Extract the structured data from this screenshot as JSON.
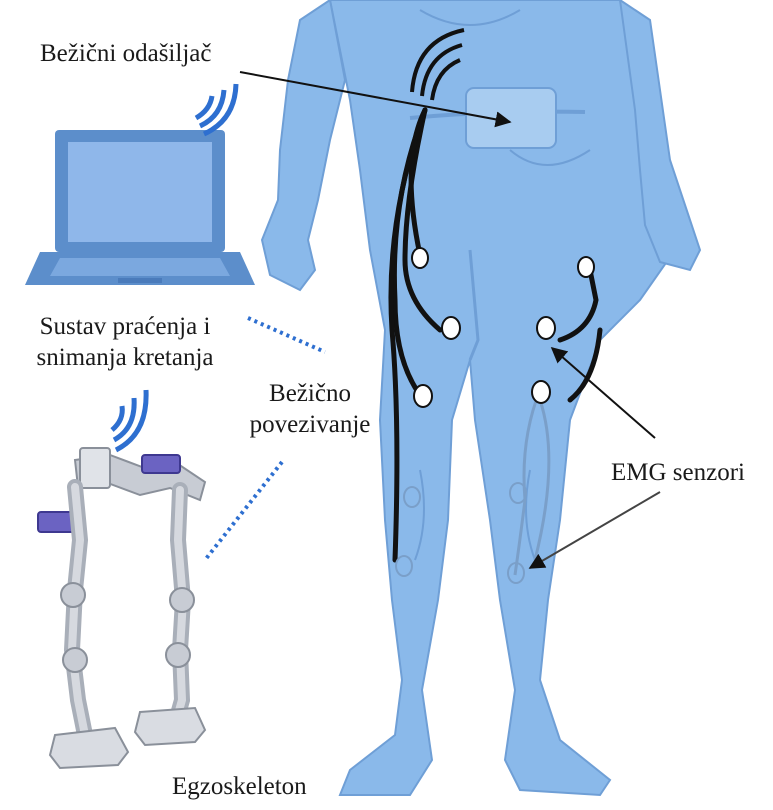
{
  "labels": {
    "transmitter": "Bežični odašiljač",
    "tracking_line1": "Sustav praćenja i",
    "tracking_line2": "snimanja kretanja",
    "wireless_line1": "Bežično",
    "wireless_line2": "povezivanje",
    "emg": "EMG senzori",
    "exo": "Egzoskeleton"
  },
  "colors": {
    "body_fill": "#8ab9ea",
    "body_shade": "#6f9fd6",
    "wire": "#111111",
    "sensor": "#ffffff",
    "signal": "#2e6fd0",
    "laptop_fill": "#5c8ecb",
    "laptop_screen": "#8fb7ea",
    "exo_frame": "#b9bec8",
    "exo_module": "#6b63c2"
  },
  "icons": [
    "wifi-signal-icon",
    "laptop-icon",
    "exoskeleton-icon",
    "human-body-icon",
    "emg-sensor-icon",
    "wireless-transmitter-icon"
  ]
}
